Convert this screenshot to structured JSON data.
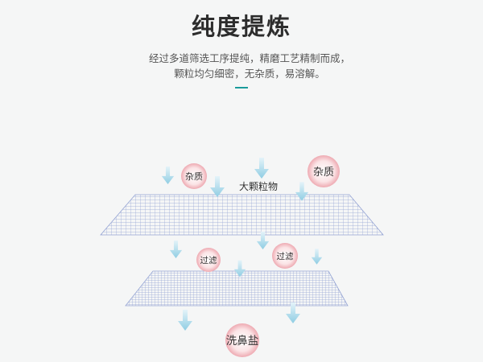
{
  "title": "纯度提炼",
  "description_line1": "经过多道筛选工序提纯，精磨工艺精制而成，",
  "description_line2": "颗粒均匀细密，无杂质，易溶解。",
  "diagram": {
    "impurity_small": "杂质",
    "impurity_large": "杂质",
    "large_particles": "大颗粒物",
    "filter_left": "过滤",
    "filter_right": "过滤",
    "product": "洗鼻盐"
  },
  "colors": {
    "accent": "#1a9b9b",
    "arrow": "#a8d8e8",
    "mesh": "#8a9bd0",
    "bubble": "#f2c4c8"
  }
}
